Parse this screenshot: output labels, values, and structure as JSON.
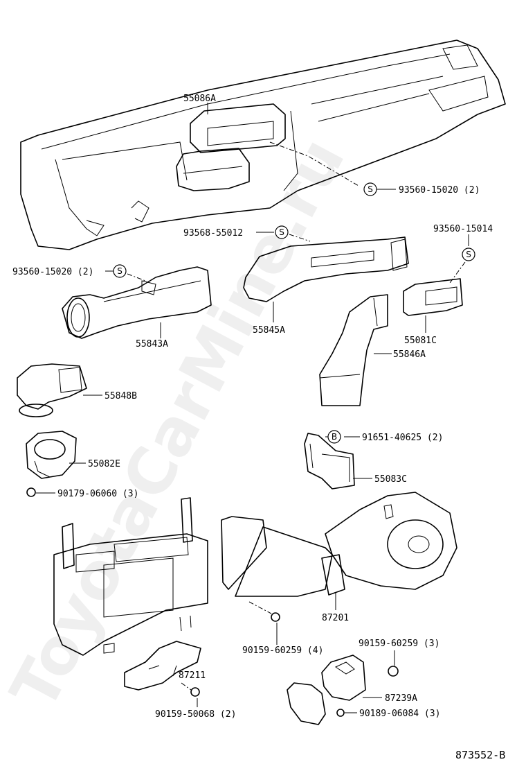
{
  "watermark": "ToyotaCarMine.ru",
  "diagram_code": "873552-B",
  "labels": {
    "p55086A": "55086A",
    "p93560_15020_top": "93560-15020 (2)",
    "p93568_55012": "93568-55012",
    "p93560_15014": "93560-15014",
    "p93560_15020_left": "93560-15020 (2)",
    "p55843A": "55843A",
    "p55845A": "55845A",
    "p55081C": "55081C",
    "p55846A": "55846A",
    "p55848B": "55848B",
    "p91651_40625": "91651-40625 (2)",
    "p55082E": "55082E",
    "p55083C": "55083C",
    "p90179_06060": "90179-06060 (3)",
    "p87201": "87201",
    "p90159_60259_4": "90159-60259 (4)",
    "p90159_60259_3": "90159-60259 (3)",
    "p87211": "87211",
    "p87239A": "87239A",
    "p90159_50068": "90159-50068 (2)",
    "p90189_06084": "90189-06084 (3)"
  },
  "symbols": {
    "s": "S",
    "b": "B"
  }
}
